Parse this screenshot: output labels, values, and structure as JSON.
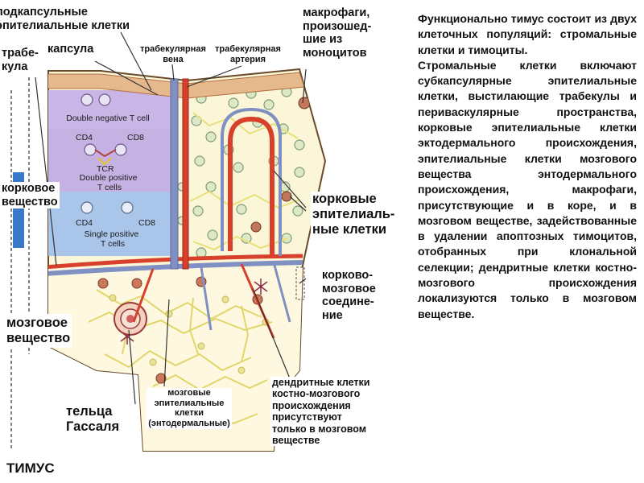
{
  "labels": {
    "subcapsular": "подкапсульные\nэпителиальные клетки",
    "trabecula": "трабе-\nкула",
    "capsule": "капсула",
    "trab_vein": "трабекулярная\nвена",
    "trab_artery": "трабекулярная\nартерия",
    "macrophages": "макрофаги,\nпроизошед-\nшие из\nмоноцитов",
    "cortex": "корковое\nвещество",
    "cortical_epithelial": "корковые\nэпителиаль-\nные клетки",
    "corticomedullary": "корково-\nмозговое\nсоедине-\nние",
    "medulla": "мозговое\nвещество",
    "hassall": "тельца\nГассаля",
    "medullary_epithelial": "мозговые\nэпителиальные\nклетки\n(энтодермальные)",
    "dendritic": "дендритные клетки\nкостно-мозгового\nпроисхождения\nприсутствуют\nтолько в мозговом\nвеществе",
    "thymus": "ТИМУС"
  },
  "diagram_text": {
    "double_negative": "Double negative T cell",
    "cd4_a": "CD4",
    "cd8_a": "CD8",
    "tcr": "TCR",
    "double_positive": "Double positive\nT cells",
    "cd4_b": "CD4",
    "cd8_b": "CD8",
    "single_positive": "Single positive\nT cells"
  },
  "paragraphs": [
    "Функционально тимус состоит из двух клеточных популяций: стромальные клетки и тимоциты.",
    "Стромальные клетки включают субкапсулярные эпителиальные клетки, выстилающие трабекулы и периваскулярные пространства, корковые эпителиальные клетки эктодермального происхождения, эпителиальные клетки мозгового вещества энтодермального происхождения, макрофаги, присутствующие и в коре, и в мозговом веществе, задействованные в удалении апоптозных тимоцитов, отобранных при клональной селекции; дендритные клетки костно-мозгового происхождения локализуются только в мозговом веществе."
  ],
  "colors": {
    "capsule": "#e6b98c",
    "cortex_bg": "#fbf6d8",
    "double_negative_zone": "#c9b6e6",
    "double_positive_zone": "#c6b2e2",
    "single_positive_zone": "#a9c6ea",
    "medulla_bg": "#fff8e0",
    "artery": "#d8402c",
    "vein": "#8190c2",
    "epithelial_network": "#e8e07a",
    "blue_highlight": "#3a78c8"
  }
}
